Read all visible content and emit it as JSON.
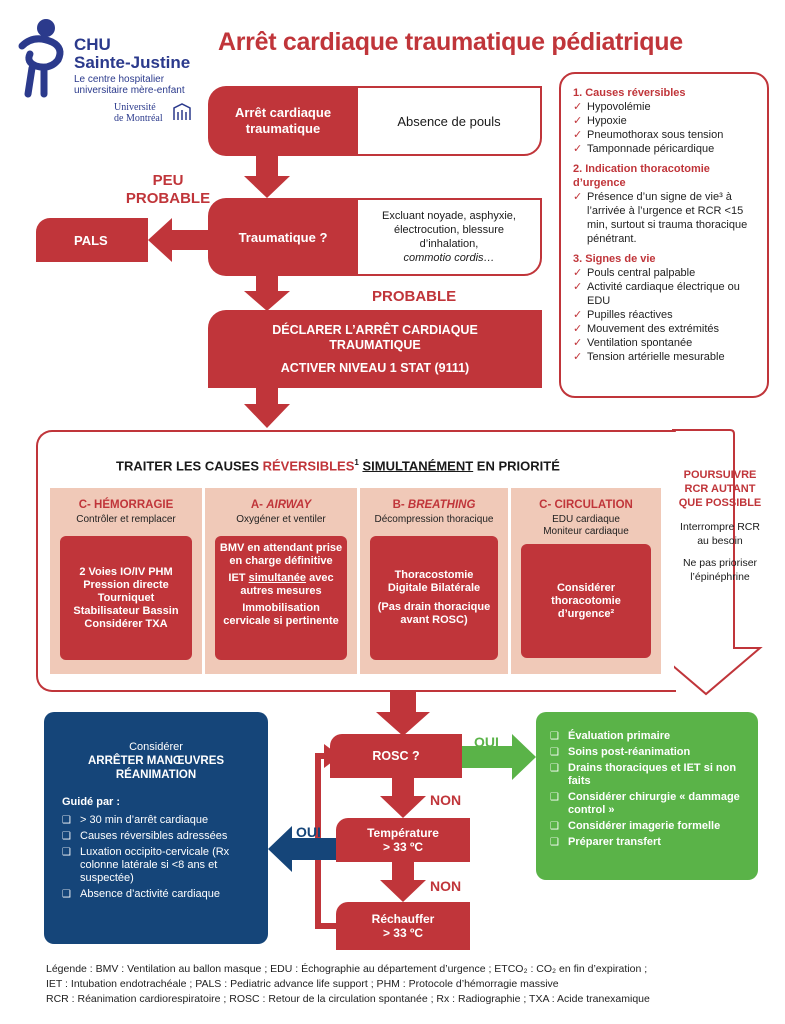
{
  "title": "Arrêt cardiaque traumatique pédiatrique",
  "logo": {
    "name1": "CHU",
    "name2": "Sainte-Justine",
    "tagline1": "Le centre hospitalier",
    "tagline2": "universitaire mère-enfant",
    "univ1": "Université",
    "univ2": "de Montréal"
  },
  "flow": {
    "start_label": "Arrêt cardiaque traumatique",
    "start_desc": "Absence de pouls",
    "peu": "PEU",
    "probable_upper": "PROBABLE",
    "pals": "PALS",
    "trauma_label": "Traumatique ?",
    "trauma_desc1": "Excluant noyade, asphyxie, électrocution, blessure d’inhalation,",
    "trauma_desc2": "commotio cordis…",
    "probable": "PROBABLE",
    "declare1": "DÉCLARER L’ARRÊT CARDIAQUE TRAUMATIQUE",
    "declare2": "ACTIVER NIVEAU 1 STAT (9111)"
  },
  "causes": {
    "h1": "1. Causes réversibles",
    "list1": [
      "Hypovolémie",
      "Hypoxie",
      "Pneumothorax sous tension",
      "Tamponnade péricardique"
    ],
    "h2": "2. Indication thoracotomie d’urgence",
    "list2": [
      "Présence d’un signe de vie³ à l’arrivée à l’urgence et RCR <15 min, surtout si trauma thoracique pénétrant."
    ],
    "h3": "3. Signes de vie",
    "list3": [
      "Pouls central palpable",
      "Activité cardiaque électrique ou EDU",
      "Pupilles réactives",
      "Mouvement des extrémités",
      "Ventilation spontanée",
      "Tension artérielle mesurable"
    ]
  },
  "treat": {
    "title_a": "TRAITER LES CAUSES ",
    "title_b": "RÉVERSIBLES",
    "title_sup": "1",
    "title_c": "SIMULTANÉMENT",
    "title_d": " EN PRIORITÉ",
    "columns": [
      {
        "head": "C- HÉMORRAGIE",
        "sub": "Contrôler et remplacer",
        "box": "2 Voies IO/IV PHM Pression directe Tourniquet Stabilisateur Bassin Considérer TXA"
      },
      {
        "head_a": "A- ",
        "head_b": "AIRWAY",
        "sub": "Oxygéner et ventiler",
        "box1": "BMV en attendant prise en charge définitive",
        "box2a": "IET ",
        "box2b": "simultanée",
        "box2c": " avec autres mesures",
        "box3": "Immobilisation cervicale si pertinente"
      },
      {
        "head_a": "B- ",
        "head_b": "BREATHING",
        "sub": "Décompression thoracique",
        "box1": "Thoracostomie Digitale Bilatérale",
        "box2": "(Pas drain thoracique avant ROSC)"
      },
      {
        "head": "C- CIRCULATION",
        "sub1": "EDU cardiaque",
        "sub2": "Moniteur cardiaque",
        "box": "Considérer thoracotomie d’urgence²"
      }
    ],
    "side_head": "POURSUIVRE RCR AUTANT QUE POSSIBLE",
    "side_t1": "Interrompre RCR au besoin",
    "side_t2": "Ne pas prioriser l’épinéphrine"
  },
  "bottom": {
    "stop_pre": "Considérer",
    "stop_title": "ARRÊTER MANŒUVRES RÉANIMATION",
    "guided": "Guidé par :",
    "stop_list": [
      "> 30 min d’arrêt cardiaque",
      "Causes réversibles adressées",
      "Luxation occipito-cervicale (Rx colonne latérale si <8 ans et suspectée)",
      "Absence d’activité cardiaque"
    ],
    "rosc": "ROSC ?",
    "oui": "OUI",
    "non": "NON",
    "temp1": "Température",
    "temp2": "> 33 ºC",
    "oui2": "OUI",
    "non2": "NON",
    "warm1": "Réchauffer",
    "warm2": "> 33 ºC",
    "green_list": [
      "Évaluation primaire",
      "Soins post-réanimation",
      "Drains thoraciques et IET si non faits",
      "Considérer chirurgie « dammage control »",
      "Considérer imagerie formelle",
      "Préparer transfert"
    ]
  },
  "legend": {
    "l1": "Légende : BMV : Ventilation au ballon masque ; EDU : Échographie au département d’urgence ; ETCO₂ : CO₂ en fin d’expiration ;",
    "l2": "IET : Intubation endotrachéale ; PALS : Pediatric advance life support ; PHM : Protocole d’hémorragie massive",
    "l3": "RCR : Réanimation cardiorespiratoire ; ROSC : Retour de la circulation spontanée ; Rx : Radiographie ; TXA : Acide tranexamique"
  },
  "colors": {
    "red": "#c0353a",
    "navy": "#154579",
    "green": "#5ab348",
    "peach": "#f0c9b8"
  }
}
